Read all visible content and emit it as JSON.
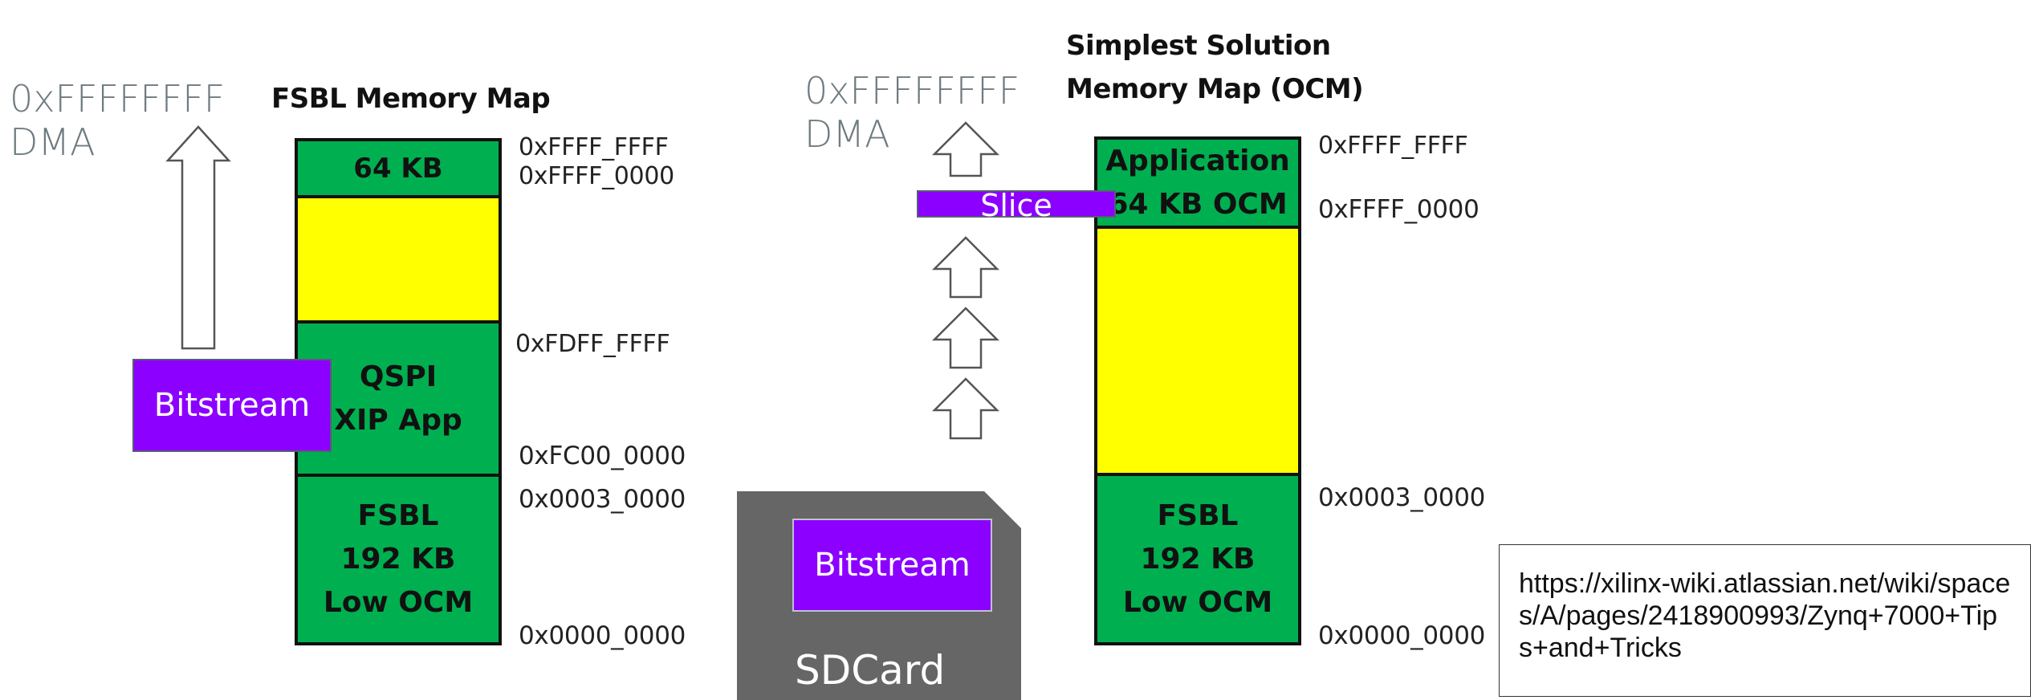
{
  "left": {
    "dma_address": "0xFFFFFFFF",
    "dma_label": "DMA",
    "title": "FSBL Memory Map",
    "blocks": {
      "top": "64 KB",
      "qspi_line1": "QSPI",
      "qspi_line2": "XIP App",
      "fsbl_line1": "FSBL",
      "fsbl_line2": "192 KB",
      "fsbl_line3": "Low OCM"
    },
    "addresses": {
      "a1": "0xFFFF_FFFF",
      "a2": "0xFFFF_0000",
      "a3": "0xFDFF_FFFF",
      "a4": "0xFC00_0000",
      "a5": "0x0003_0000",
      "a6": "0x0000_0000"
    },
    "bitstream": "Bitstream"
  },
  "right": {
    "dma_address": "0xFFFFFFFF",
    "dma_label": "DMA",
    "title_line1": "Simplest Solution",
    "title_line2": "Memory Map (OCM)",
    "blocks": {
      "app_line1": "Application",
      "app_line2": "64 KB OCM",
      "fsbl_line1": "FSBL",
      "fsbl_line2": "192 KB",
      "fsbl_line3": "Low OCM"
    },
    "addresses": {
      "a1": "0xFFFF_FFFF",
      "a2": "0xFFFF_0000",
      "a3": "0x0003_0000",
      "a4": "0x0000_0000"
    },
    "slice": "Slice",
    "bitstream": "Bitstream",
    "sdcard": "SDCard"
  },
  "source_url": "https://xilinx-wiki.atlassian.net/wiki/spaces/A/pages/2418900993/Zynq+7000+Tips+and+Tricks",
  "colors": {
    "green": "#00b050",
    "yellow": "#ffff00",
    "purple": "#8b00ff",
    "sdcard_grey": "#666666",
    "label_grey": "#6f7b80"
  }
}
